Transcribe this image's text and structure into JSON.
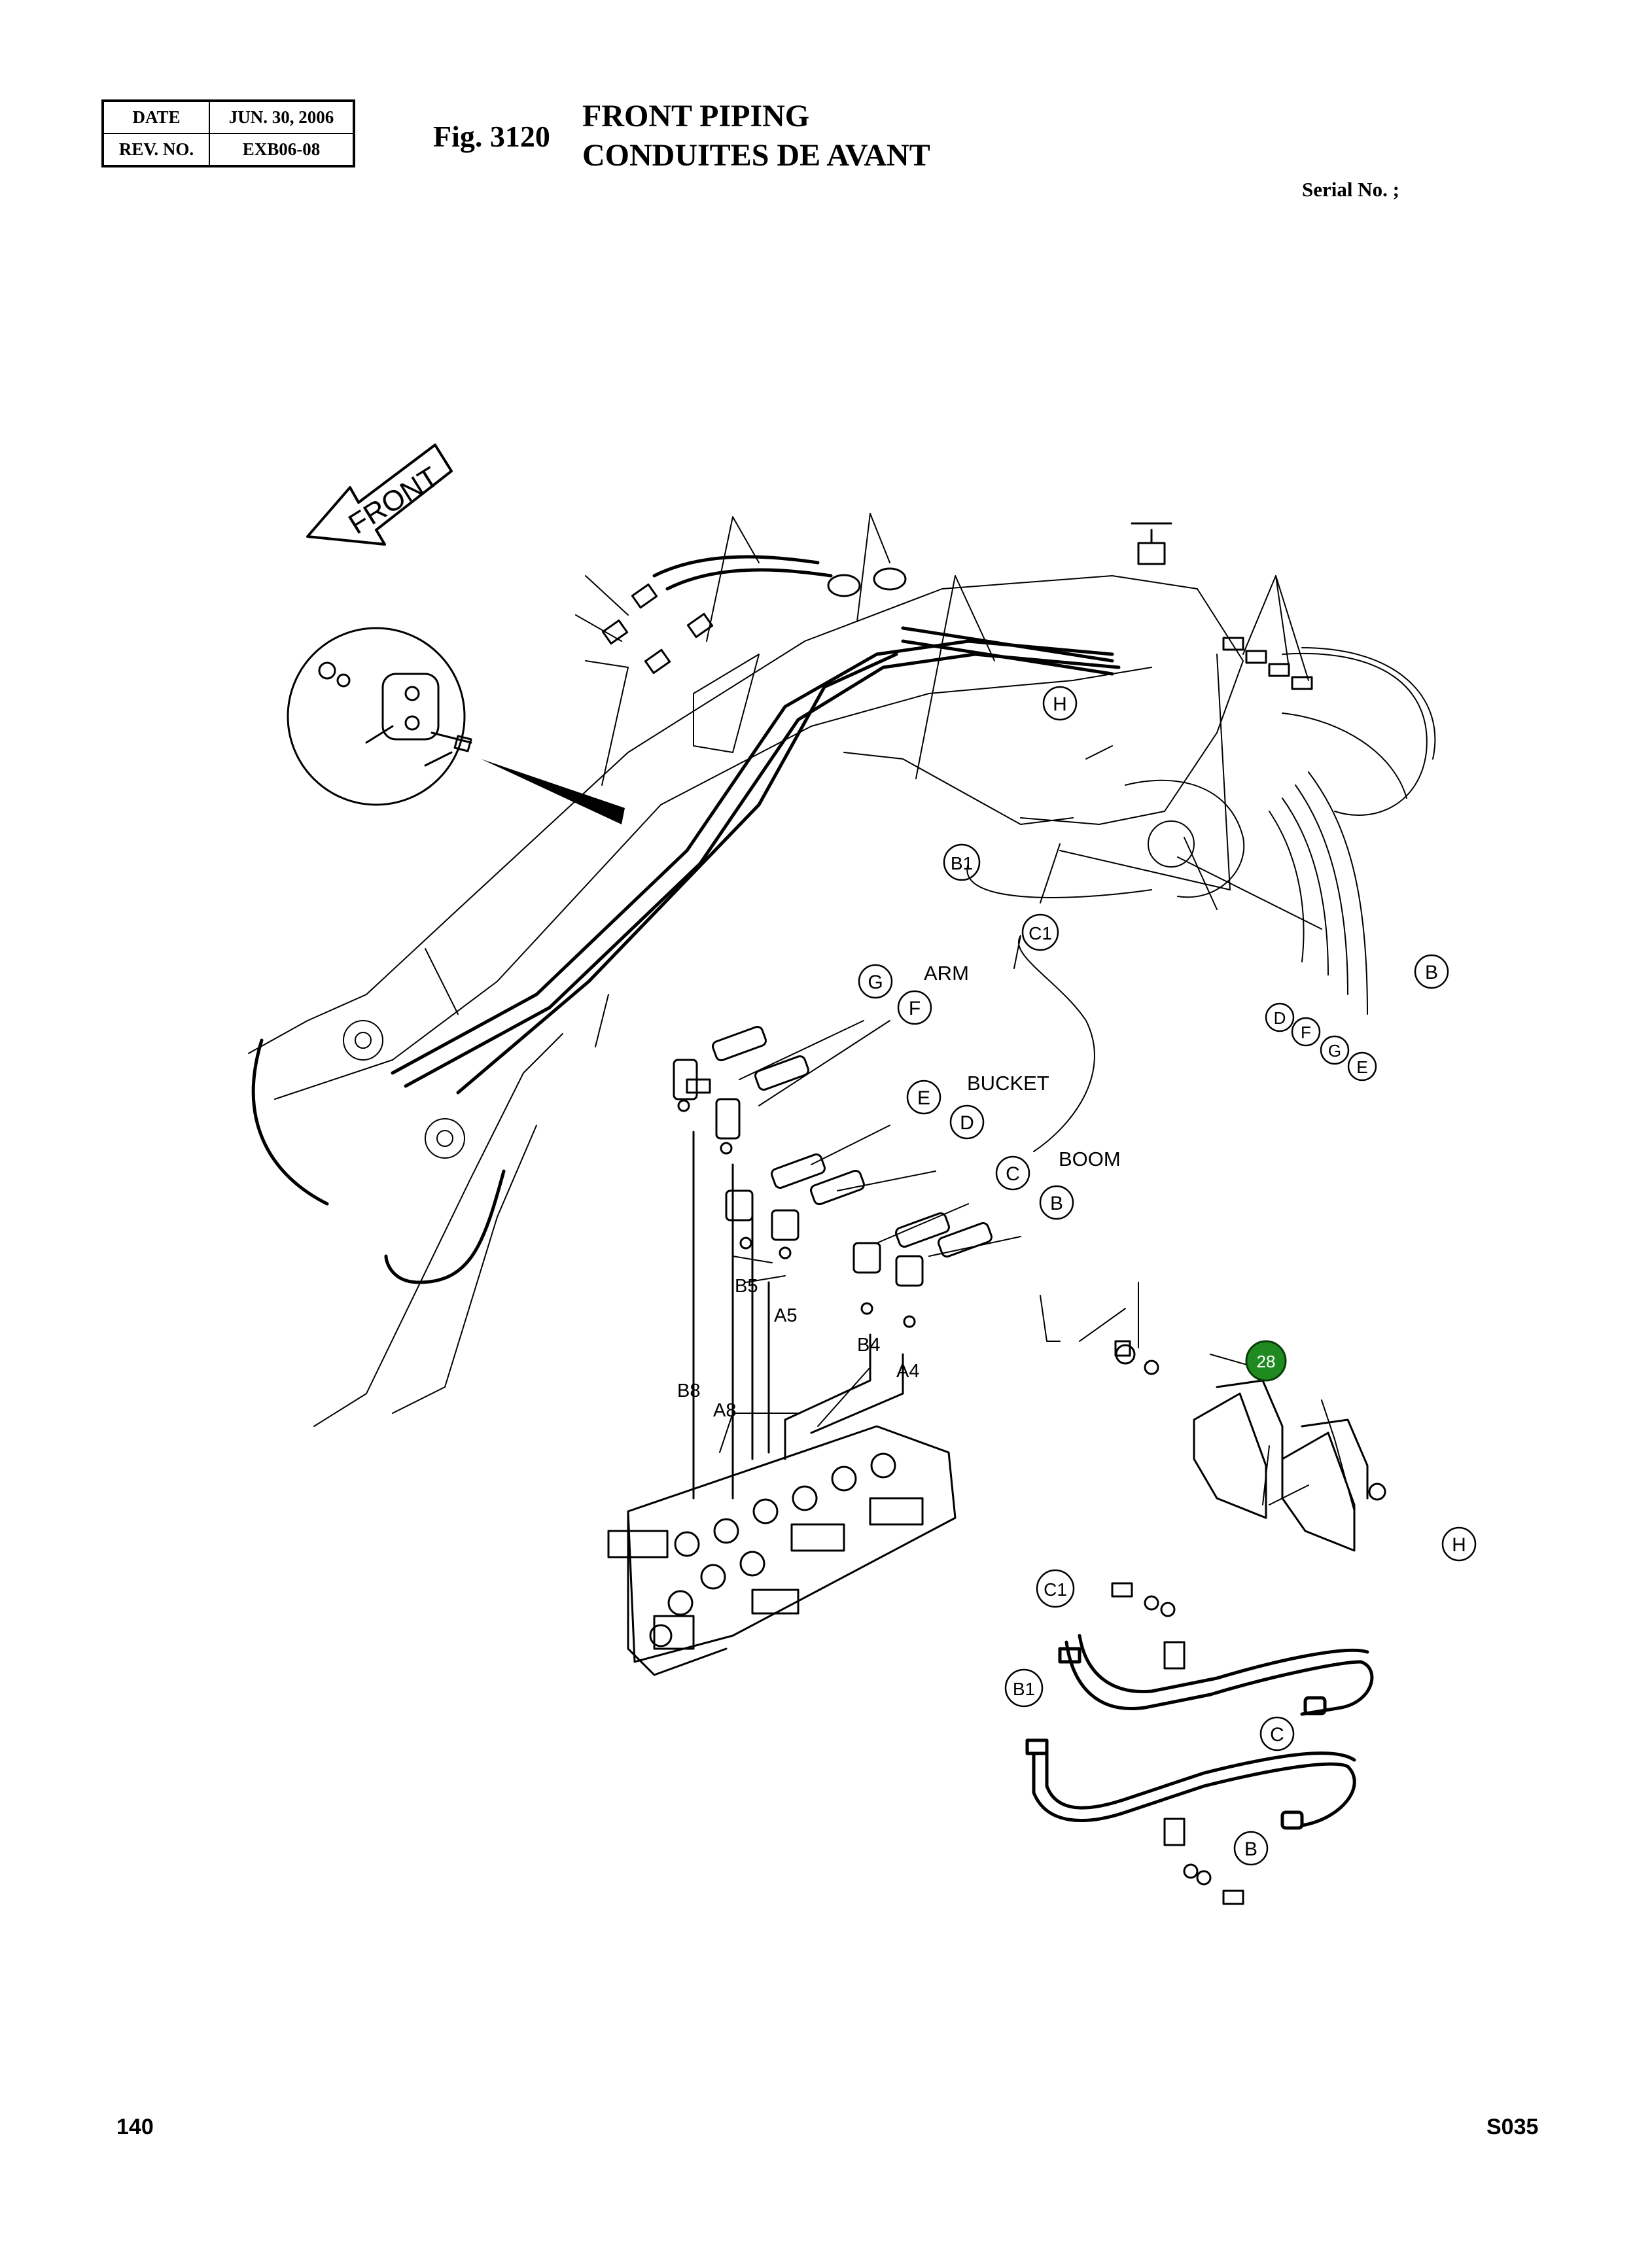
{
  "header": {
    "date_label": "DATE",
    "date_value": "JUN. 30, 2006",
    "rev_label": "REV. NO.",
    "rev_value": "EXB06-08"
  },
  "figure": {
    "number": "Fig. 3120",
    "title_en": "FRONT PIPING",
    "title_fr": "CONDUITES DE AVANT",
    "serial": "Serial No. ;"
  },
  "diagram": {
    "front_label": "FRONT",
    "group_labels": {
      "arm": "ARM",
      "bucket": "BUCKET",
      "boom": "BOOM"
    },
    "port_labels": [
      "B5",
      "A5",
      "B4",
      "A4",
      "B8",
      "A8"
    ],
    "callouts": {
      "H_top": "H",
      "B1_top": "B1",
      "C1_top": "C1",
      "B_right": "B",
      "D_right": "D",
      "F_right": "F",
      "G_right": "G",
      "E_right": "E",
      "G_mid": "G",
      "F_mid": "F",
      "E_mid": "E",
      "D_mid": "D",
      "C_mid": "C",
      "B_mid": "B",
      "H_guard": "H",
      "C1_low": "C1",
      "B1_low": "B1",
      "C_low": "C",
      "B_low": "B"
    },
    "highlight_item": "28",
    "highlight_color": "#1f8a1f"
  },
  "footer": {
    "page_number": "140",
    "code": "S035"
  }
}
